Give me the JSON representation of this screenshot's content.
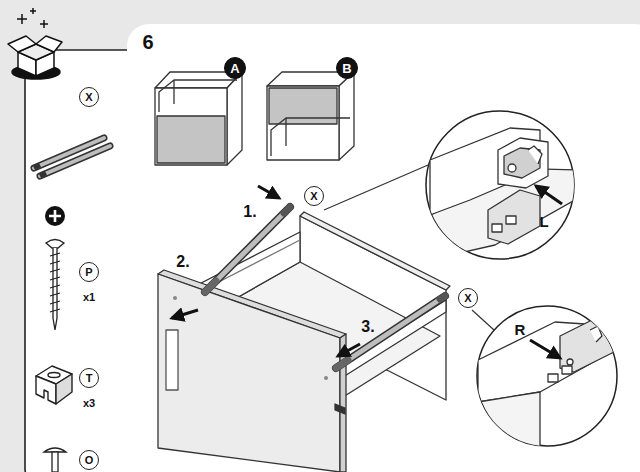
{
  "diagram": {
    "nodes": [
      {
        "text": [
          "X"
        ]
      },
      {
        "text": [
          "P"
        ]
      },
      {
        "text": [
          "T"
        ]
      },
      {
        "text": [
          "O"
        ]
      },
      {
        "text": [
          "A"
        ]
      },
      {
        "text": [
          "B"
        ]
      },
      {
        "text": [
          "X"
        ]
      },
      {
        "text": [
          "X"
        ]
      }
    ],
    "labels": [
      "6",
      "x1",
      "x3",
      "1.",
      "2.",
      "3.",
      "L",
      "R"
    ]
  }
}
